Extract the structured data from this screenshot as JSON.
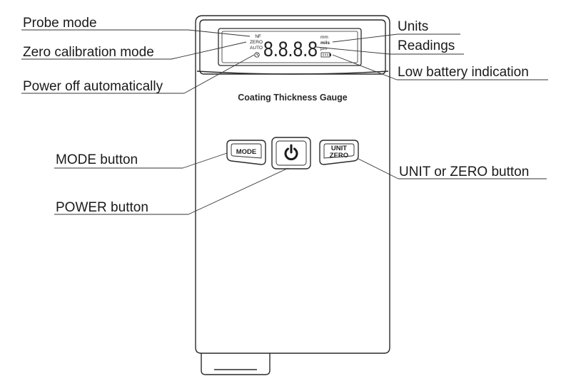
{
  "device": {
    "name": "Coating Thickness Gauge",
    "lcd": {
      "mode_nf": "NF",
      "mode_zero": "ZERO",
      "mode_auto": "AUTO",
      "digits": "8.8.8.8",
      "unit_mm": "mm",
      "unit_mils": "mils",
      "unit_um": "μm"
    },
    "buttons": {
      "mode_label": "MODE",
      "unit_label_line1": "UNIT",
      "unit_label_line2": "ZERO"
    }
  },
  "callouts": {
    "probe_mode": "Probe mode",
    "zero_calibration_mode": "Zero calibration mode",
    "power_off_automatically": "Power off automatically",
    "mode_button": "MODE button",
    "power_button": "POWER button",
    "units": "Units",
    "readings": "Readings",
    "low_battery_indication": "Low battery indication",
    "unit_or_zero_button": "UNIT or ZERO button"
  },
  "icons": {
    "power": "power-icon",
    "clock": "clock-icon",
    "battery": "battery-icon"
  }
}
